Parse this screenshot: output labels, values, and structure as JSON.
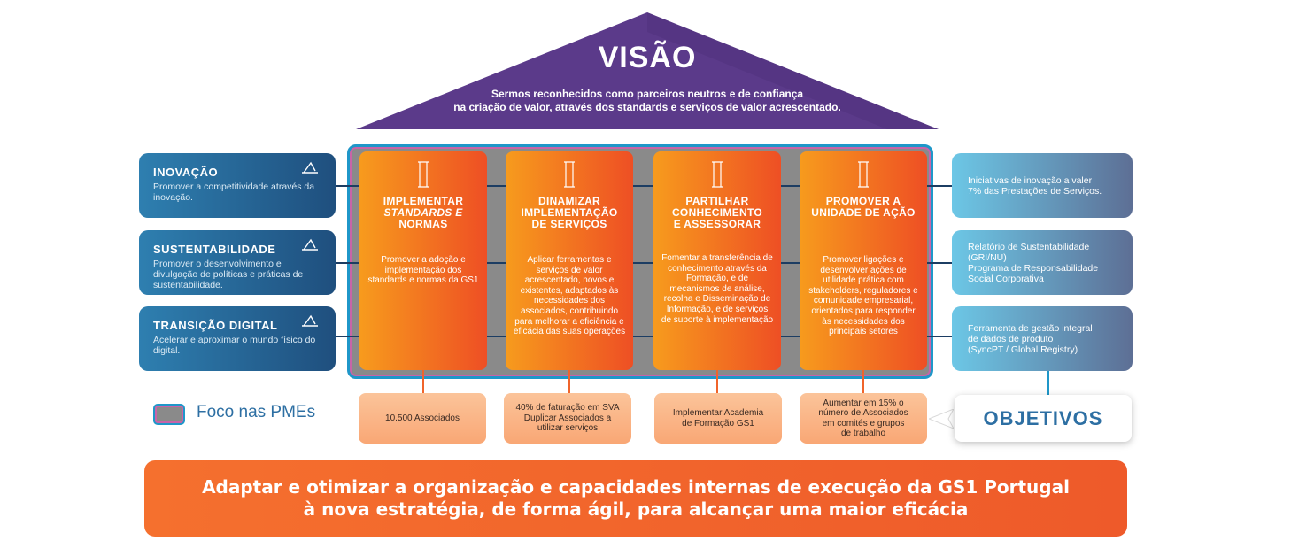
{
  "vision": {
    "title": "VISÃO",
    "text_line1": "Sermos reconhecidos como parceiros neutros e de confiança",
    "text_line2": "na criação de valor, através dos standards e serviços de valor acrescentado."
  },
  "colors": {
    "roof": "#5b3a8a",
    "pillar_start": "#f79b1d",
    "pillar_end": "#ee4f24",
    "frame_gray": "#8a8a8a",
    "frame_blue": "#1f97c9",
    "frame_pink": "#c864a8",
    "banner": "#f5702e",
    "objetivos_text": "#2d6fa3"
  },
  "left_items": [
    {
      "title": "INOVAÇÃO",
      "desc": "Promover a competitividade através da inovação.",
      "icon": "sextant-icon"
    },
    {
      "title": "SUSTENTABILIDADE",
      "desc": "Promover o desenvolvimento e divulgação de políticas e práticas de sustentabilidade.",
      "icon": "sextant-icon"
    },
    {
      "title": "TRANSIÇÃO DIGITAL",
      "desc": "Acelerar e aproximar o mundo físico do digital.",
      "icon": "sextant-icon"
    }
  ],
  "pillars": [
    {
      "title_l1": "IMPLEMENTAR",
      "title_l2": "STANDARDS E",
      "title_l3": "NORMAS",
      "desc": "Promover a adoção e implementação dos standards e normas da GS1"
    },
    {
      "title_l1": "DINAMIZAR",
      "title_l2": "IMPLEMENTAÇÃO",
      "title_l3": "DE SERVIÇOS",
      "desc": "Aplicar ferramentas e serviços de valor acrescentado, novos e existentes, adaptados às necessidades dos associados, contribuindo para melhorar a eficiência e eficácia das suas operações"
    },
    {
      "title_l1": "PARTILHAR",
      "title_l2": "CONHECIMENTO",
      "title_l3": "E ASSESSORAR",
      "desc": "Fomentar a transferência de conhecimento através da Formação, e de mecanismos de análise, recolha e Disseminação de Informação, e de serviços de suporte à implementação"
    },
    {
      "title_l1": "PROMOVER A",
      "title_l2": "UNIDADE DE AÇÃO",
      "title_l3": "",
      "desc": "Promover ligações e desenvolver ações de utilidade prática com stakeholders, reguladores e comunidade empresarial, orientados para responder às necessidades dos principais setores"
    }
  ],
  "right_items": [
    {
      "l1": "Iniciativas de inovação a valer",
      "l2": "7% das Prestações de Serviços.",
      "l3": "",
      "l4": ""
    },
    {
      "l1": "Relatório de Sustentabilidade",
      "l2": "(GRI/NU)",
      "l3": "Programa de Responsabilidade",
      "l4": "Social Corporativa"
    },
    {
      "l1": "Ferramenta de gestão integral",
      "l2": "de dados de produto",
      "l3": "(SyncPT / Global Registry)",
      "l4": ""
    }
  ],
  "objectives": [
    {
      "l1": "10.500 Associados",
      "l2": "",
      "l3": "",
      "l4": ""
    },
    {
      "l1": "40% de faturação em SVA",
      "l2": "Duplicar Associados a",
      "l3": "utilizar serviços",
      "l4": ""
    },
    {
      "l1": "Implementar Academia",
      "l2": "de Formação GS1",
      "l3": "",
      "l4": ""
    },
    {
      "l1": "Aumentar em 15% o",
      "l2": "número de Associados",
      "l3": "em comités e grupos",
      "l4": "de trabalho"
    }
  ],
  "objetivos_label": "OBJETIVOS",
  "legend_label": "Foco nas PMEs",
  "banner": {
    "line1": "Adaptar e otimizar a organização e capacidades internas de execução da GS1 Portugal",
    "line2": "à nova estratégia, de forma ágil, para alcançar uma maior eficácia"
  }
}
